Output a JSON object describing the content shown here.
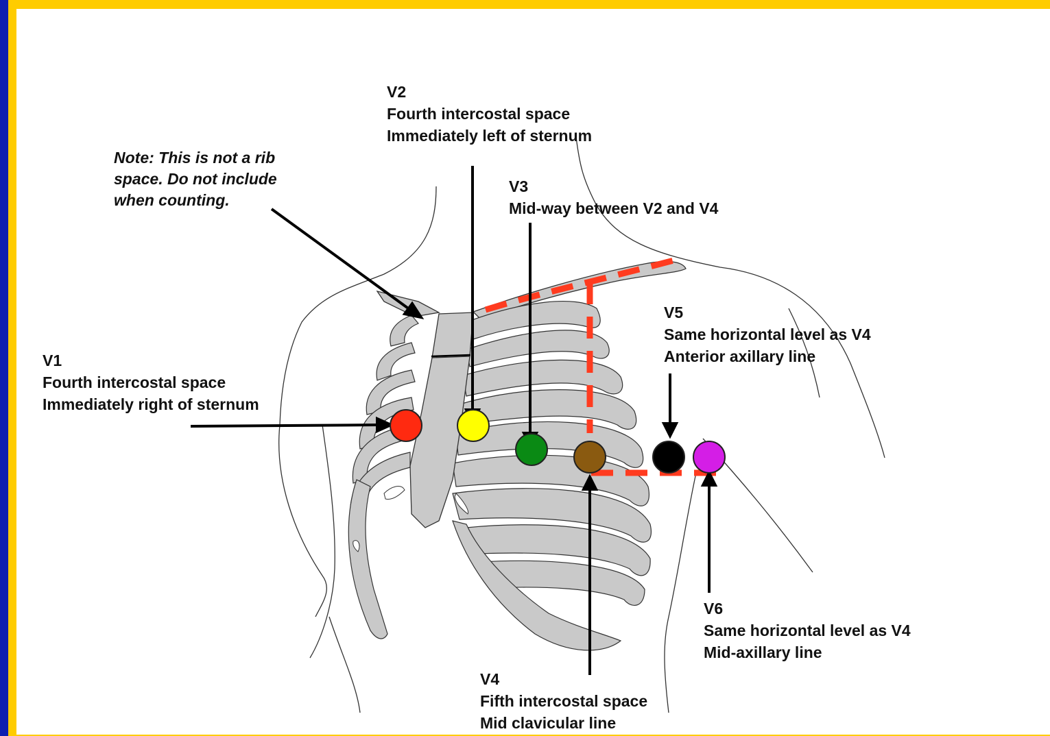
{
  "colors": {
    "outer_frame": "#0d1fb0",
    "inner_border": "#ffcc00",
    "background": "#ffffff",
    "bone": "#c9c9c9",
    "dashed_line": "#ff3b1f",
    "v1": "#ff2a10",
    "v2": "#ffff00",
    "v3": "#0a8a14",
    "v4": "#8a5a10",
    "v5": "#000000",
    "v6": "#d41ee6"
  },
  "note": {
    "line1": "Note: This is not a rib",
    "line2": "space.  Do not include",
    "line3": "when counting."
  },
  "leads": {
    "v1": {
      "name": "V1",
      "line1": "Fourth intercostal space",
      "line2": "Immediately right of sternum"
    },
    "v2": {
      "name": "V2",
      "line1": "Fourth intercostal space",
      "line2": "Immediately left of sternum"
    },
    "v3": {
      "name": "V3",
      "line1": "Mid-way between V2 and V4"
    },
    "v4": {
      "name": "V4",
      "line1": "Fifth intercostal space",
      "line2": "Mid clavicular line"
    },
    "v5": {
      "name": "V5",
      "line1": "Same horizontal level as V4",
      "line2": "Anterior axillary line"
    },
    "v6": {
      "name": "V6",
      "line1": "Same horizontal level as V4",
      "line2": "Mid-axillary line"
    }
  }
}
